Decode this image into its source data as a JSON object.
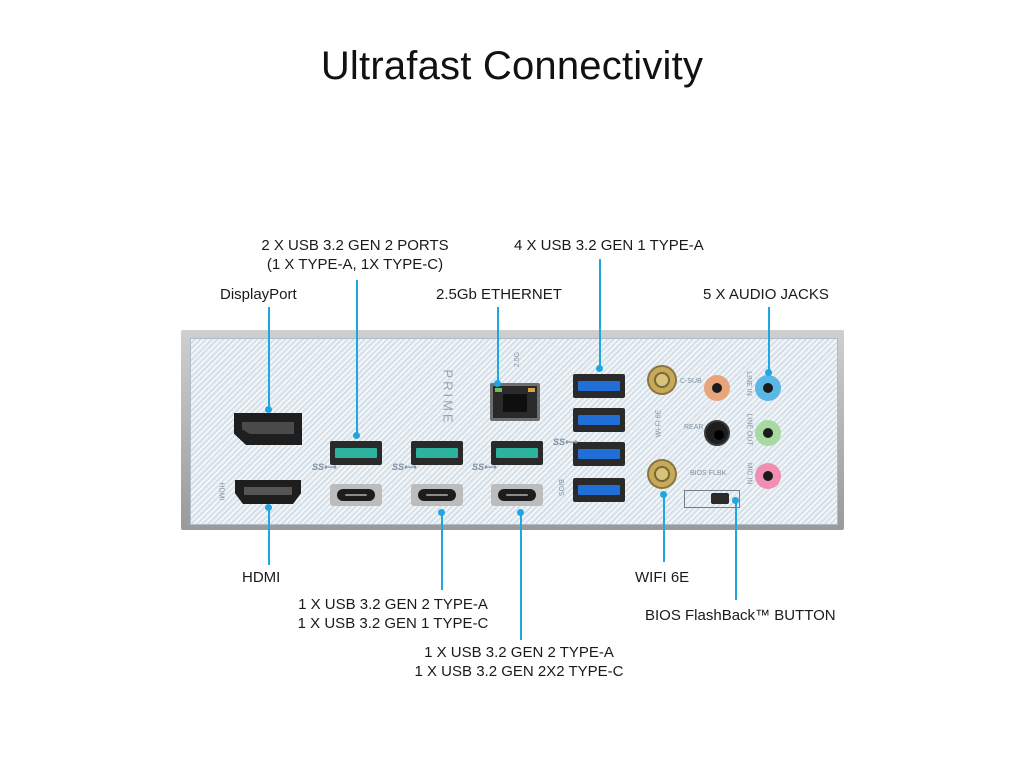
{
  "title": "Ultrafast Connectivity",
  "labels": {
    "usb_gen2_ports_line1": "2 X USB 3.2 GEN 2 PORTS",
    "usb_gen2_ports_line2": "(1 X TYPE-A, 1X TYPE-C)",
    "usb_gen1_typea": "4 X USB 3.2 GEN 1 TYPE-A",
    "displayport": "DisplayPort",
    "ethernet": "2.5Gb ETHERNET",
    "audio": "5 X AUDIO JACKS",
    "hdmi": "HDMI",
    "wifi": "WIFI 6E",
    "usb_pair1_line1": "1 X USB 3.2 GEN 2 TYPE-A",
    "usb_pair1_line2": "1 X USB 3.2 GEN 1 TYPE-C",
    "bios_flashback": "BIOS FlashBack™ BUTTON",
    "usb_pair2_line1": "1 X USB 3.2 GEN 2 TYPE-A",
    "usb_pair2_line2": "1 X USB 3.2 GEN 2X2 TYPE-C"
  },
  "panel": {
    "brand_text": "PRIME",
    "eth_speed_mark": "2.5G",
    "wifi_mark": "WI-FI 6E",
    "hdmi_mark": "HDMI",
    "bios_mark": "BIOS",
    "flbk_mark": "BIOS FLBK",
    "usb_logo": "SS⟷",
    "audio_marks": [
      "C-SUB",
      "REAR",
      "LINE IN",
      "LINE OUT",
      "MIC IN"
    ]
  },
  "colors": {
    "accent_leader": "#1ea7e1",
    "usb_gen2_teal": "#2bb3a0",
    "usb_gen1_blue": "#1f6fd6",
    "jack_orange": "#e8a57c",
    "jack_black": "#1e1e1e",
    "jack_blue": "#5bb7e6",
    "jack_green": "#a7d9a0",
    "jack_pink": "#ef8fb3"
  }
}
